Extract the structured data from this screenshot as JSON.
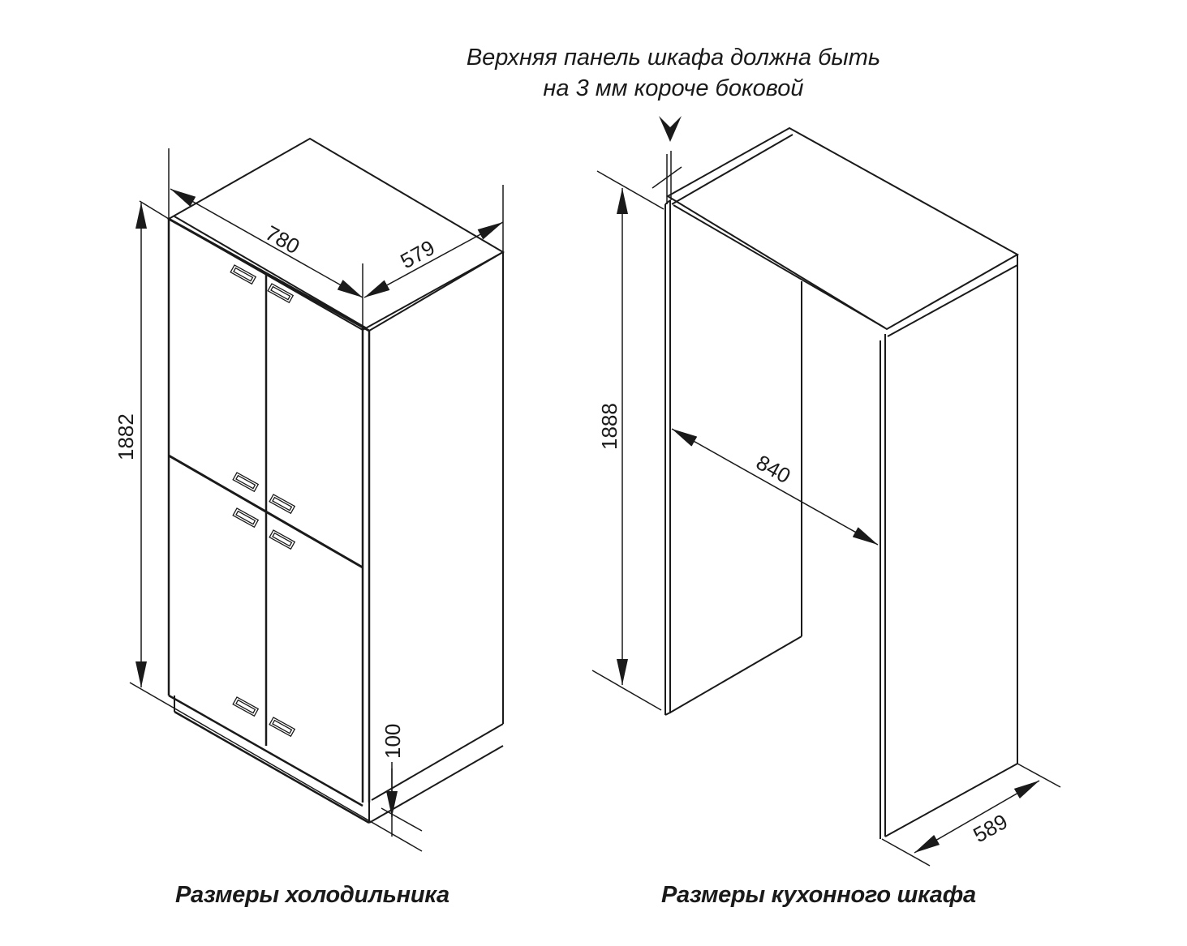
{
  "note": {
    "line1": "Верхняя панель шкафа должна быть",
    "line2": "на 3 мм короче боковой"
  },
  "fridge": {
    "caption": "Размеры холодильника",
    "dimensions": {
      "width": "780",
      "depth": "579",
      "height": "1882",
      "plinth": "100"
    }
  },
  "cabinet": {
    "caption": "Размеры кухонного шкафа",
    "dimensions": {
      "height": "1888",
      "width": "840",
      "depth": "589"
    }
  },
  "colors": {
    "line": "#1a1a1a",
    "background": "#ffffff"
  }
}
